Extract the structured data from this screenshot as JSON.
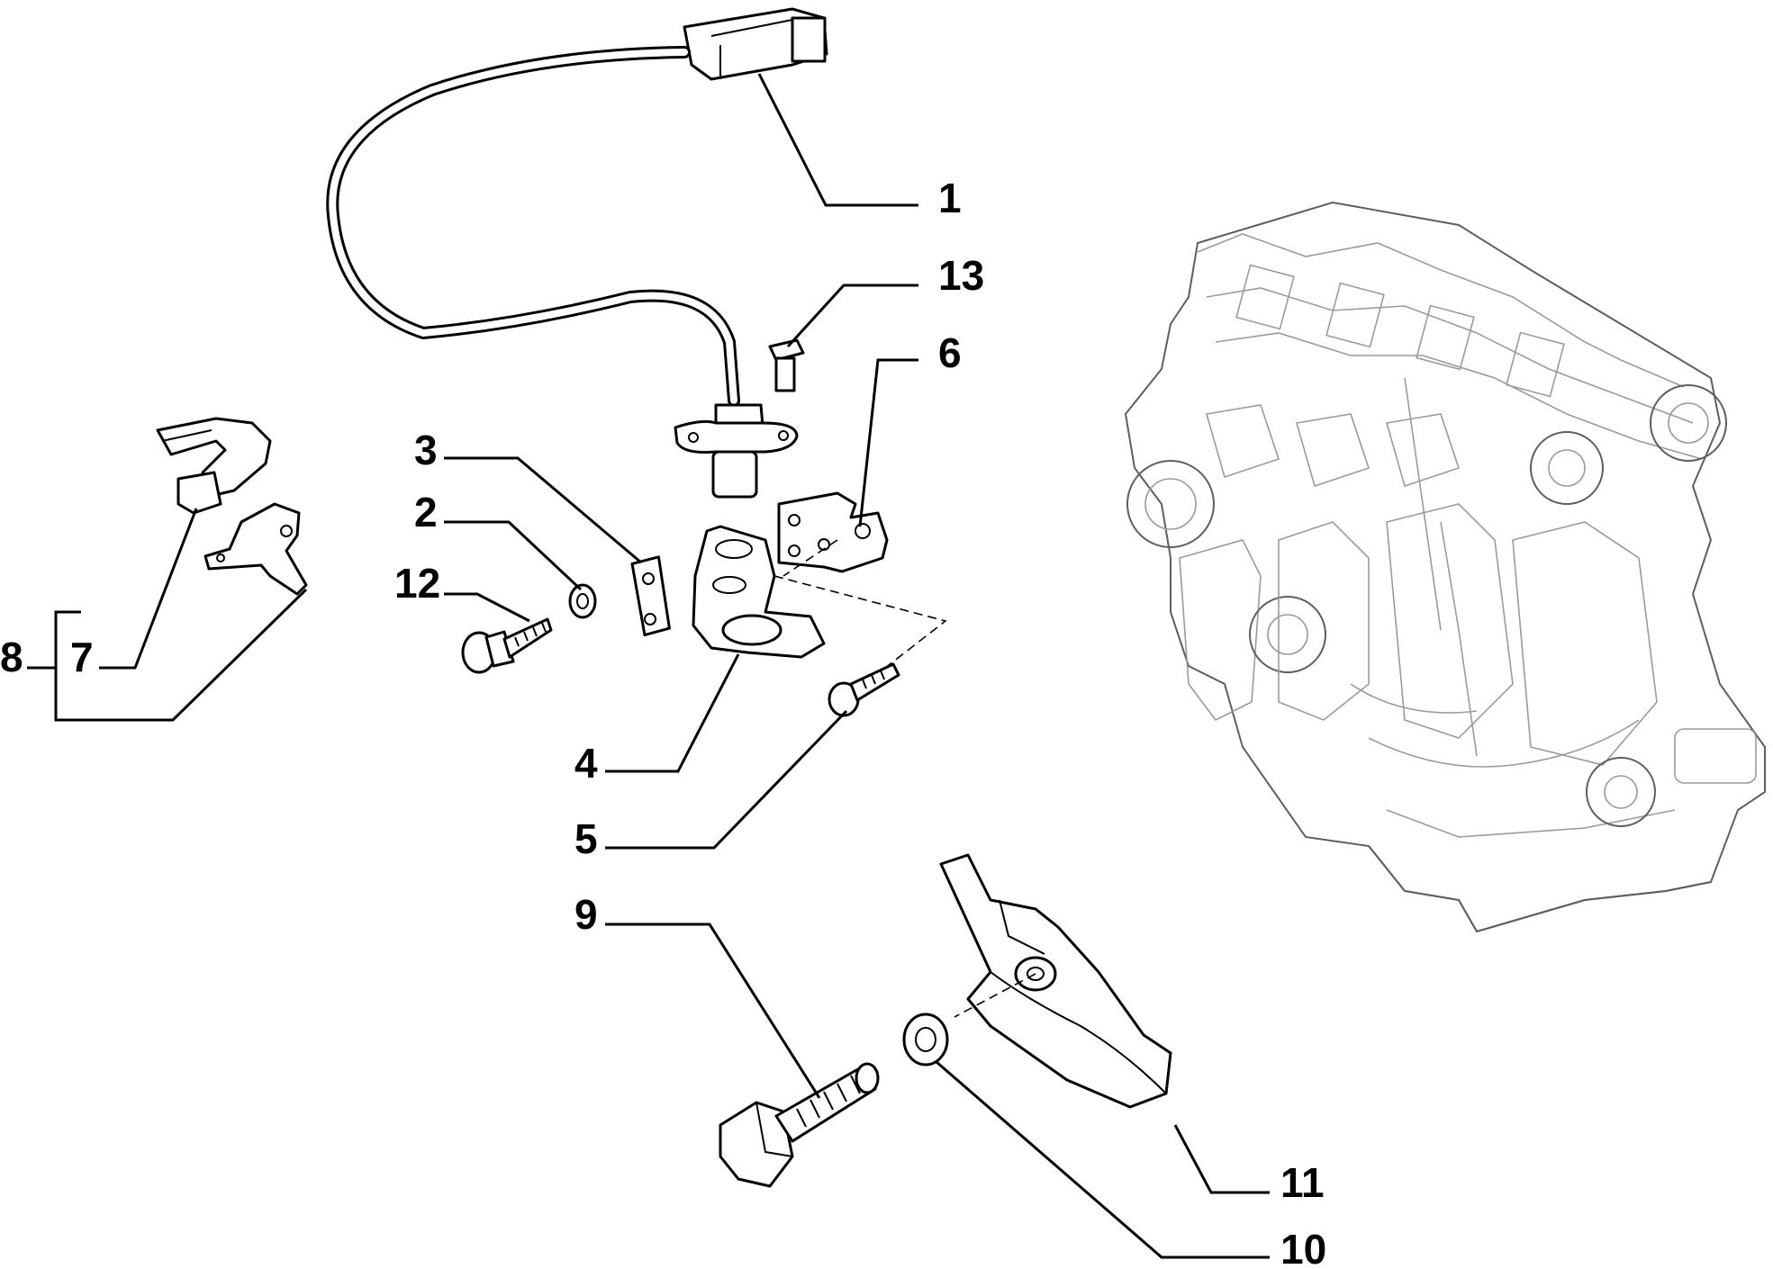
{
  "diagram": {
    "callouts": [
      {
        "id": "1",
        "label": "1"
      },
      {
        "id": "2",
        "label": "2"
      },
      {
        "id": "3",
        "label": "3"
      },
      {
        "id": "4",
        "label": "4"
      },
      {
        "id": "5",
        "label": "5"
      },
      {
        "id": "6",
        "label": "6"
      },
      {
        "id": "7",
        "label": "7"
      },
      {
        "id": "8",
        "label": "8"
      },
      {
        "id": "9",
        "label": "9"
      },
      {
        "id": "10",
        "label": "10"
      },
      {
        "id": "11",
        "label": "11"
      },
      {
        "id": "12",
        "label": "12"
      },
      {
        "id": "13",
        "label": "13"
      }
    ],
    "colors": {
      "ink": "#000000",
      "engine": "#9a9a9a",
      "background": "#ffffff"
    }
  }
}
